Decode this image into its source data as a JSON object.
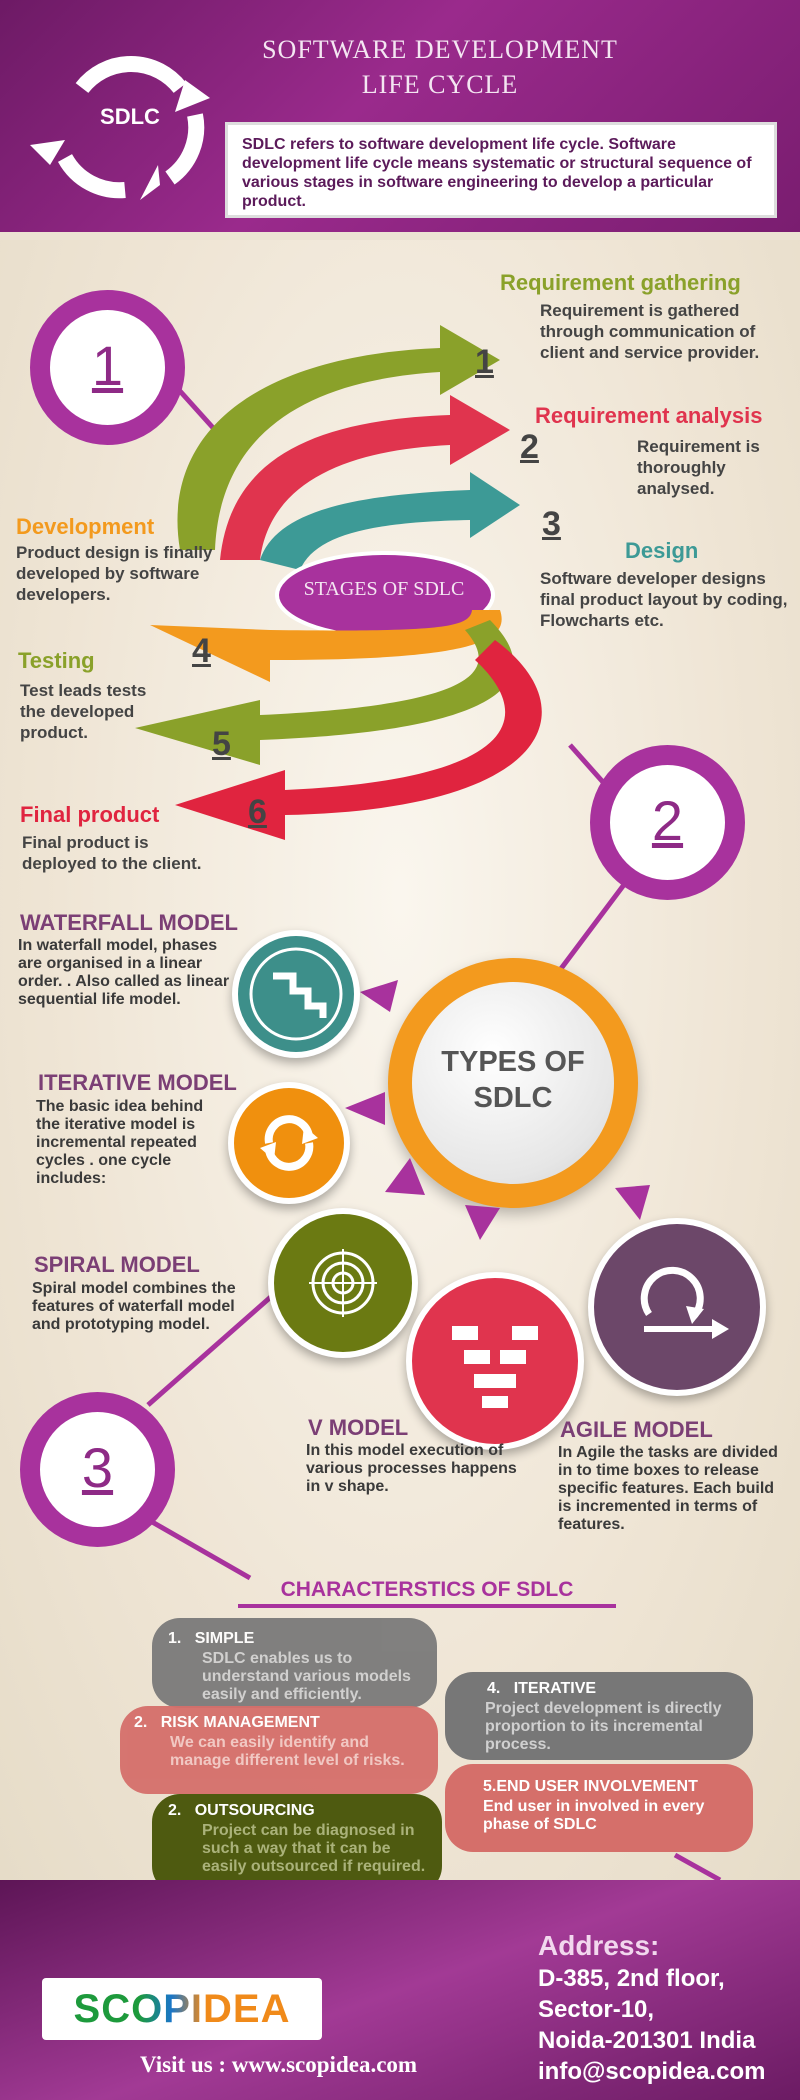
{
  "header": {
    "title_line1": "SOFTWARE DEVELOPMENT",
    "title_line2": "LIFE CYCLE",
    "logo_text": "SDLC",
    "intro": "SDLC refers to software development life cycle. Software development life cycle means systematic or structural sequence of various stages in software engineering to develop a particular product."
  },
  "section1": {
    "number": "1",
    "center_label": "STAGES OF SDLC",
    "arrow_numbers": [
      "1",
      "2",
      "3",
      "4",
      "5",
      "6"
    ],
    "stages": [
      {
        "title": "Requirement gathering",
        "desc": "Requirement is gathered through communication of client and service provider.",
        "color": "#8aa12a"
      },
      {
        "title": "Requirement analysis",
        "desc": "Requirement is thoroughly analysed.",
        "color": "#e0344e"
      },
      {
        "title": "Design",
        "desc": "Software developer designs final product layout by coding, Flowcharts etc.",
        "color": "#3d9a96"
      },
      {
        "title": "Development",
        "desc": "Product design is finally developed by software developers.",
        "color": "#f39a1e"
      },
      {
        "title": "Testing",
        "desc": "Test leads tests the developed product.",
        "color": "#8aa12a"
      },
      {
        "title": "Final product",
        "desc": "Final product is deployed to the client.",
        "color": "#e0243f"
      }
    ]
  },
  "section2": {
    "number": "2",
    "center_line1": "TYPES OF",
    "center_line2": "SDLC",
    "models": [
      {
        "title": "WATERFALL MODEL",
        "desc": "In waterfall model, phases are organised in a linear order. . Also called as linear sequential life model.",
        "icon": "stairs-icon",
        "color": "#3d8f8a"
      },
      {
        "title": "ITERATIVE MODEL",
        "desc": "The basic idea behind the iterative model is incremental repeated cycles . one cycle includes:",
        "icon": "cycle-icon",
        "color": "#f0900e"
      },
      {
        "title": "SPIRAL MODEL",
        "desc": "Spiral model combines the features of waterfall model and prototyping model.",
        "icon": "spiral-icon",
        "color": "#6b7a12"
      },
      {
        "title": "V MODEL",
        "desc": "In this model execution of various processes happens in v shape.",
        "icon": "flowchart-icon",
        "color": "#e0344e"
      },
      {
        "title": "AGILE MODEL",
        "desc": "In Agile the tasks are divided in to time boxes to release specific features. Each build is incremented in terms of features.",
        "icon": "loop-arrow-icon",
        "color": "#6c4769"
      }
    ]
  },
  "section3": {
    "number": "3",
    "heading": "CHARACTERSTICS OF SDLC",
    "items": [
      {
        "num": "1.",
        "title": "SIMPLE",
        "desc": "SDLC enables us to understand various models easily and efficiently.",
        "color": "#777777"
      },
      {
        "num": "2.",
        "title": "RISK MANAGEMENT",
        "desc": "We can easily identify and manage different level of risks.",
        "color": "#d56f6a"
      },
      {
        "num": "2.",
        "title": "OUTSOURCING",
        "desc": "Project can be diagnosed in such a way that it can be easily outsourced if required.",
        "color": "#4e5a10"
      },
      {
        "num": "4.",
        "title": "ITERATIVE",
        "desc": "Project development is directly proportion to its incremental process.",
        "color": "#777777"
      },
      {
        "num": "",
        "title": "5.END USER INVOLVEMENT",
        "desc": "End user in involved in every phase of SDLC",
        "color": "#d56f6a"
      }
    ]
  },
  "footer": {
    "brand": "SCOPIDEA",
    "visit": "Visit us : www.scopidea.com",
    "address_label": "Address:",
    "address_lines": [
      "D-385, 2nd floor,",
      "Sector-10,",
      "Noida-201301 India",
      "info@scopidea.com"
    ]
  },
  "colors": {
    "purple": "#a8329d",
    "olive": "#8aa12a",
    "red": "#e0344e",
    "teal": "#3d9a96",
    "orange": "#f39a1e"
  }
}
